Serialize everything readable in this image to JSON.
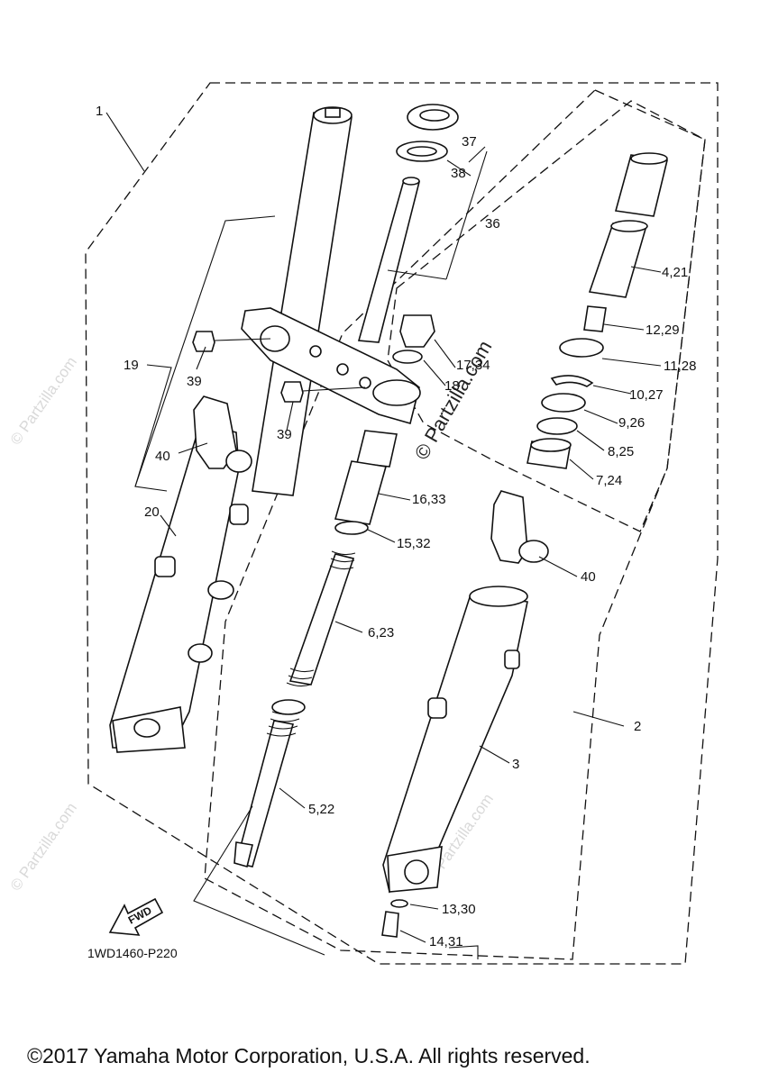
{
  "labels": {
    "p1": "1",
    "p2": "2",
    "p3": "3",
    "p4_21": "4,21",
    "p5_22": "5,22",
    "p6_23": "6,23",
    "p7_24": "7,24",
    "p8_25": "8,25",
    "p9_26": "9,26",
    "p10_27": "10,27",
    "p11_28": "11,28",
    "p12_29": "12,29",
    "p13_30": "13,30",
    "p14_31": "14,31",
    "p15_32": "15,32",
    "p16_33": "16,33",
    "p17_34": "17,34",
    "p18": "18",
    "p19": "19",
    "p20": "20",
    "p36": "36",
    "p37": "37",
    "p38": "38",
    "p39a": "39",
    "p39b": "39",
    "p40a": "40",
    "p40b": "40"
  },
  "diagram_code": "1WD1460-P220",
  "fwd_label": "FWD",
  "watermark": "© Partzilla.com",
  "copyright": "©2017 Yamaha Motor Corporation, U.S.A. All rights reserved."
}
